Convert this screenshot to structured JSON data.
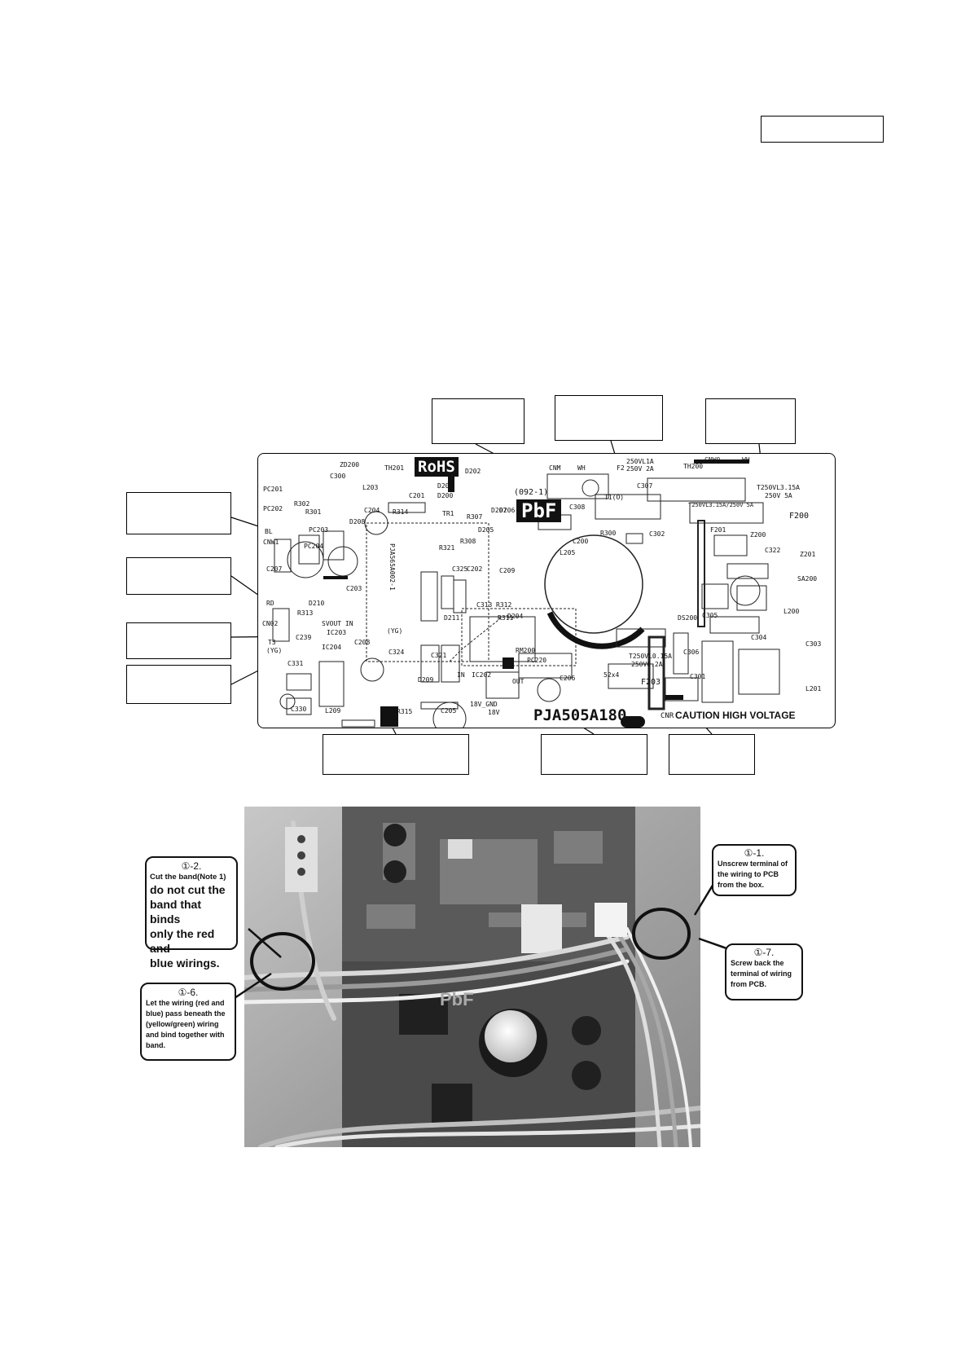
{
  "board": {
    "rohs": "RoHS",
    "pbf": "PbF",
    "part_number": "PJA505A180",
    "caution": "CAUTION HIGH VOLTAGE",
    "rev": "(092-1)",
    "ic_marking": "PJA565A002-1",
    "silk": {
      "cnm": "CNM",
      "wh": "WH",
      "f2": "F2",
      "t1": "T1(O)",
      "fuse1": "250VL1A",
      "fuse1b": "250V 2A",
      "cnw0": "CNW0",
      "wh2": "WH",
      "fuse2": "T250VL3.15A",
      "fuse2b": "250V 5A",
      "th200": "TH200",
      "th201": "TH201",
      "zd200": "ZD200",
      "l203": "L203",
      "pc201": "PC201",
      "pc202": "PC202",
      "pc203": "PC203",
      "pc204": "PC204",
      "cnw1": "CNW1",
      "bl": "BL",
      "cnw2": "CN02",
      "rd": "RD",
      "r302": "R302",
      "r301": "R301",
      "c300": "C300",
      "c301x": "C201",
      "r314": "R314",
      "d201": "D201",
      "d202": "D202",
      "d200": "D200",
      "c308": "C308",
      "c307": "C307",
      "c302": "C302",
      "c200": "C200",
      "r300": "R300",
      "l205": "L205",
      "f200": "F200",
      "f201": "F201",
      "c322": "C322",
      "z200": "Z200",
      "z201": "Z201",
      "sa200": "SA200",
      "l200": "L200",
      "c305": "C305",
      "ds200": "DS200",
      "c306": "C306",
      "c304": "C304",
      "c303": "C303",
      "fuse3": "T250VL3.15A/250V 5A",
      "fuse4": "T250VL0.15A",
      "fuse4b": "250V0.2A",
      "f203": "F203",
      "l201": "L201",
      "c301": "C301",
      "cnr": "CNR",
      "sx4": "52x4",
      "c207": "C207",
      "c203": "C203",
      "d208": "D208",
      "c204": "C204",
      "d210": "D210",
      "r313": "R313",
      "c239": "C239",
      "svout": "SVOUT IN",
      "ic203": "IC203",
      "yg": "(YG)",
      "c208": "C208",
      "ic204": "IC204",
      "t3": "T3",
      "t3yg": "(YG)",
      "c331": "C331",
      "c330": "C330",
      "l209": "L209",
      "r315": "R315",
      "d209": "D209",
      "c205": "C205",
      "c324": "C324",
      "c321": "C321",
      "ic202": "IC202",
      "in": "IN",
      "gnd": "18V_GND",
      "v18": "18V",
      "out": "OUT",
      "rm200": "RM200",
      "pc220": "PC220",
      "c206": "C206",
      "d211": "D211",
      "tr1": "TR1",
      "r321": "R321",
      "c325": "C325",
      "r308": "R308",
      "c202": "C202",
      "c313": "C313",
      "r312": "R312",
      "r311": "R311",
      "d204": "D204",
      "c209": "C209",
      "d205": "D205",
      "d207": "D207",
      "d206": "D206",
      "r307": "R307"
    }
  },
  "photo": {
    "pbf": "PbF",
    "callouts": [
      {
        "id": "c1",
        "step": "①-2.",
        "lines": [
          "Cut the band(Note 1)"
        ],
        "big": [
          "do not cut the",
          "band that binds",
          "only the red and",
          "blue wirings."
        ]
      },
      {
        "id": "c2",
        "step": "①-6.",
        "lines": [
          "Let the wiring (red and",
          "blue) pass beneath the",
          "(yellow/green) wiring",
          "and bind together with",
          "band."
        ],
        "big": []
      },
      {
        "id": "c3",
        "step": "①-1.",
        "lines": [
          "Unscrew terminal of",
          "the wiring to PCB",
          "from the box."
        ],
        "big": []
      },
      {
        "id": "c4",
        "step": "①-7.",
        "lines": [
          "Screw back the",
          "terminal of wiring",
          "from PCB."
        ],
        "big": []
      }
    ]
  }
}
